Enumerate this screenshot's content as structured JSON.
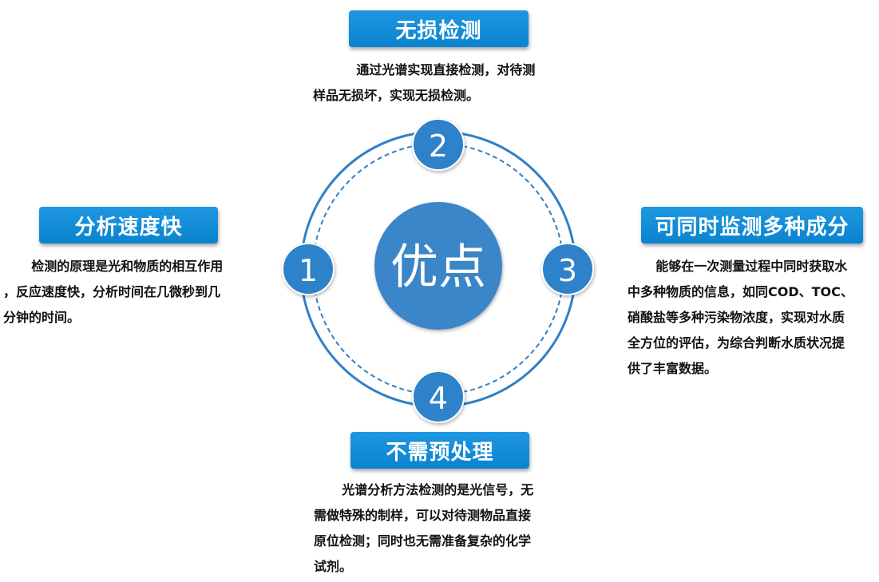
{
  "center": {
    "label": "优点"
  },
  "nodes": [
    {
      "number": "1",
      "title": "分析速度快",
      "desc_lines": [
        "检测的原理是光和物质的相互作用",
        "，反应速度快，分析时间在几微秒到几",
        "分钟的时间。"
      ]
    },
    {
      "number": "2",
      "title": "无损检测",
      "desc_lines": [
        "通过光谱实现直接检测，对待测",
        "样品无损坏，实现无损检测。"
      ]
    },
    {
      "number": "3",
      "title": "可同时监测多种成分",
      "desc_lines": [
        "能够在一次测量过程中同时获取水",
        "中多种物质的信息，如同COD、TOC、",
        "硝酸盐等多种污染物浓度，实现对水质",
        "全方位的评估，为综合判断水质状况提",
        "供了丰富数据。"
      ]
    },
    {
      "number": "4",
      "title": "不需预处理",
      "desc_lines": [
        "光谱分析方法检测的是光信号，无",
        "需做特殊的制样，可以对待测物品直接",
        "原位检测；同时也无需准备复杂的化学",
        "试剂。"
      ]
    }
  ],
  "colors": {
    "accent": "#0b8bd6",
    "node_fill": "#2e82c9",
    "center_fill": "#3a86c8",
    "ring": "#2f80c6"
  }
}
